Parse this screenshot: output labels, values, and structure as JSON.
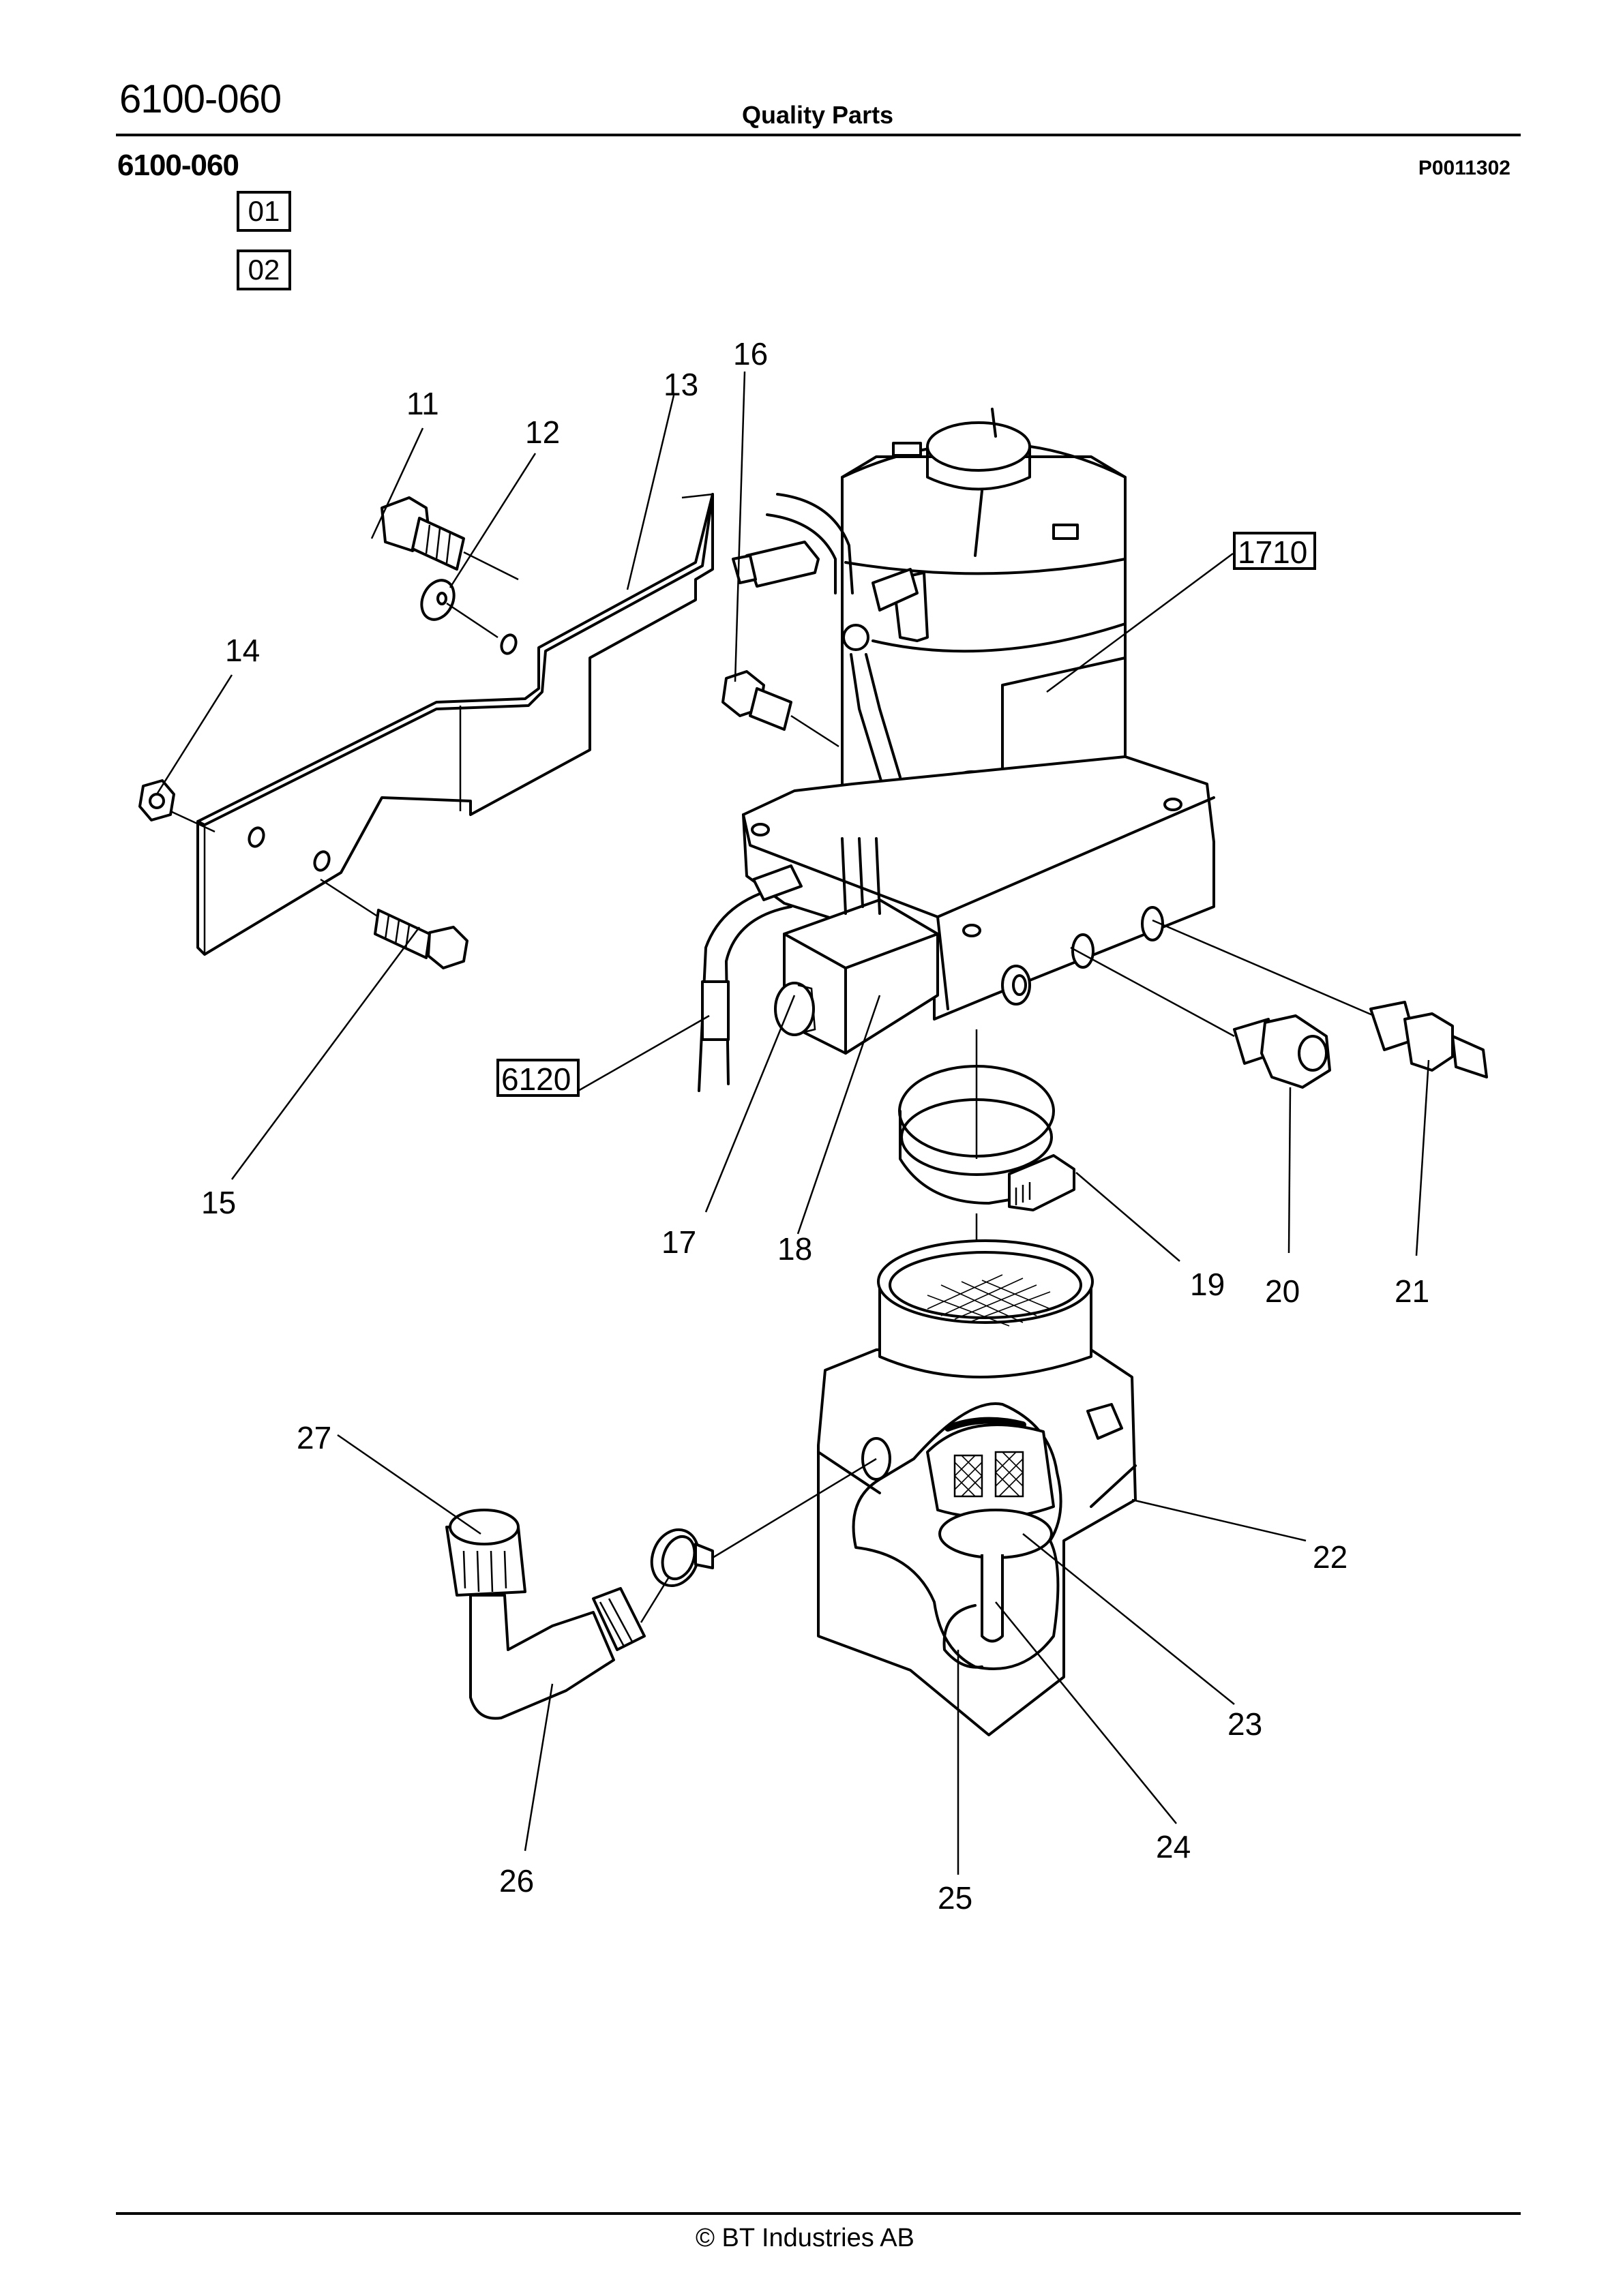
{
  "header": {
    "section_code": "6100-060",
    "title": "Quality Parts",
    "subsection_code": "6100-060",
    "illustration_ref": "P0011302"
  },
  "variants": [
    "01",
    "02"
  ],
  "callouts": {
    "c11": "11",
    "c12": "12",
    "c13": "13",
    "c14": "14",
    "c15": "15",
    "c16": "16",
    "c17": "17",
    "c18": "18",
    "c19": "19",
    "c20": "20",
    "c21": "21",
    "c22": "22",
    "c23": "23",
    "c24": "24",
    "c25": "25",
    "c26": "26",
    "c27": "27"
  },
  "references": {
    "motor_group": "1710",
    "cable_group": "6120"
  },
  "footer": {
    "copyright": "© BT Industries AB"
  }
}
